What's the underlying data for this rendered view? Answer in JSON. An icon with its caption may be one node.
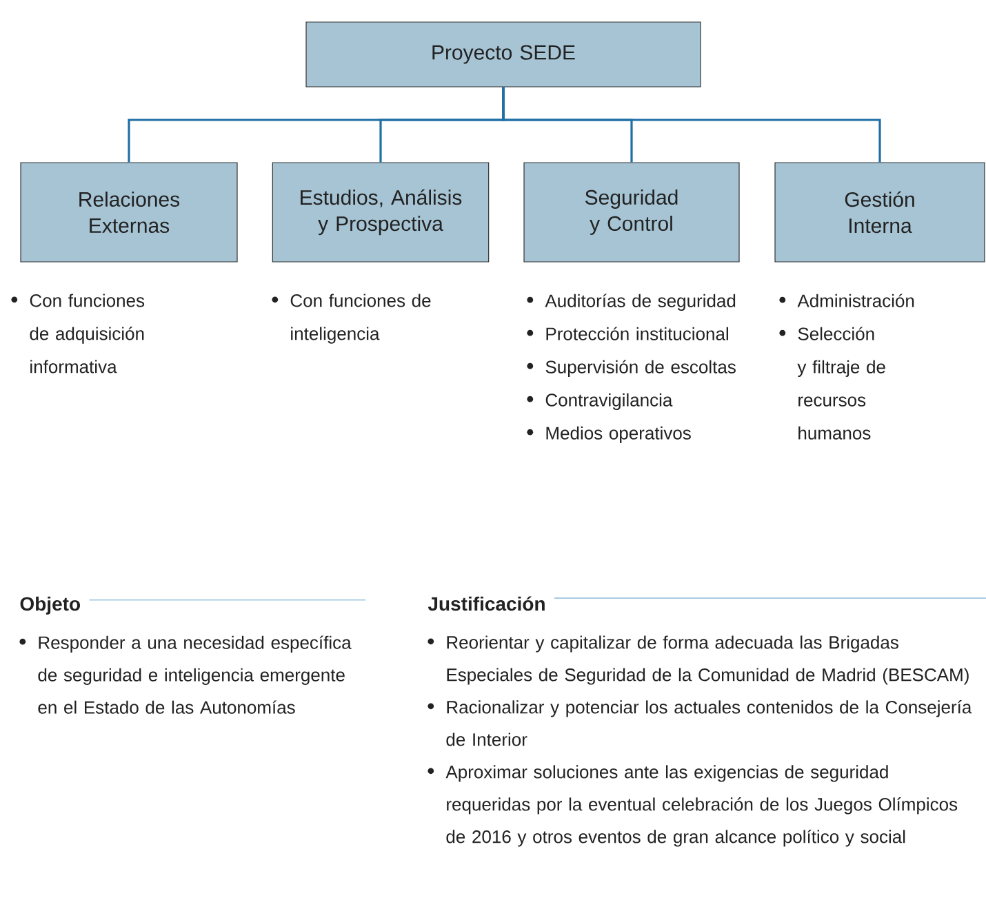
{
  "diagram": {
    "nodes": [
      {
        "text": [
          "Proyecto SEDE"
        ]
      },
      {
        "text": [
          "Relaciones Externas"
        ],
        "beside": [
          "Con funciones de adquisición informativa"
        ]
      },
      {
        "text": [
          "Estudios, Análisis y Prospectiva"
        ],
        "beside": [
          "Con funciones de inteligencia"
        ]
      },
      {
        "text": [
          "Seguridad y Control"
        ],
        "beside": [
          "Auditorías de seguridad",
          "Protección institucional",
          "Supervisión de escoltas",
          "Contravigilancia",
          "Medios operativos"
        ]
      },
      {
        "text": [
          "Gestión Interna"
        ],
        "beside": [
          "Administración",
          "Selección y filtraje de recursos humanos"
        ]
      }
    ],
    "edges": [
      {
        "from": 0,
        "to": 1,
        "arrow": "none"
      },
      {
        "from": 0,
        "to": 2,
        "arrow": "none"
      },
      {
        "from": 0,
        "to": 3,
        "arrow": "none"
      },
      {
        "from": 0,
        "to": 4,
        "arrow": "none"
      }
    ],
    "labels": [
      "Objeto",
      "Responder a una necesidad específica de seguridad e inteligencia emergente en el Estado de las Autonomías",
      "Justificación",
      "Reorientar y capitalizar de forma adecuada las Brigadas Especiales de Seguridad de la Comunidad de Madrid (BESCAM)",
      "Racionalizar y potenciar los actuales contenidos de la Consejería de Interior",
      "Aproximar soluciones ante las exigencias de seguridad requeridas por la eventual celebración de los Juegos Olímpicos de 2016 y otros eventos de gran alcance político y social"
    ]
  }
}
